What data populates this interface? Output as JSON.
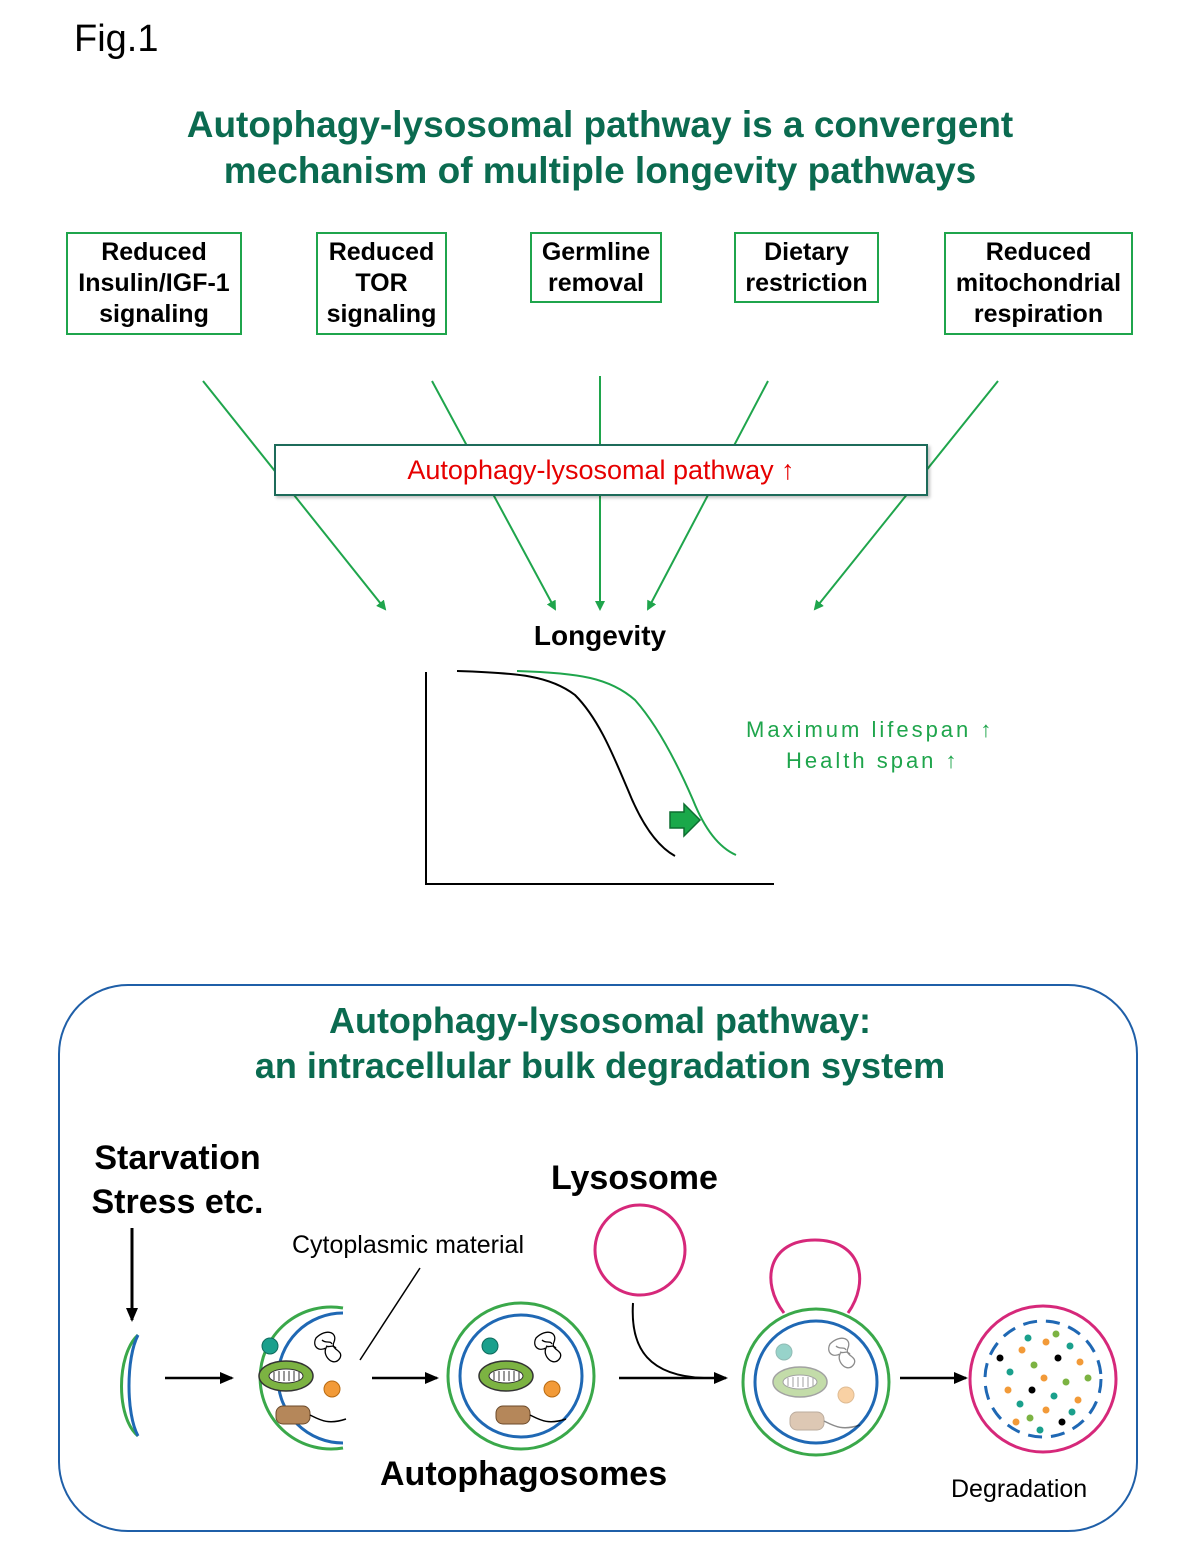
{
  "figure_label": "Fig.1",
  "top": {
    "title_line1": "Autophagy-lysosomal pathway is a convergent",
    "title_line2": "mechanism of multiple longevity pathways",
    "pathways": [
      {
        "lines": [
          "Reduced",
          "Insulin/IGF-1",
          "signaling"
        ]
      },
      {
        "lines": [
          "Reduced",
          "TOR",
          "signaling"
        ]
      },
      {
        "lines": [
          "Germline",
          "removal"
        ]
      },
      {
        "lines": [
          "Dietary",
          "restriction"
        ]
      },
      {
        "lines": [
          "Reduced",
          "mitochondrial",
          "respiration"
        ]
      }
    ],
    "center_label": "Autophagy-lysosomal pathway ↑",
    "longevity_label": "Longevity",
    "span_line1": "Maximum lifespan ↑",
    "span_line2": "Health span ↑"
  },
  "bottom": {
    "title_line1": "Autophagy-lysosomal pathway:",
    "title_line2": "an intracellular bulk degradation system",
    "stimulus_line1": "Starvation",
    "stimulus_line2": "Stress etc.",
    "cytoplasmic_label": "Cytoplasmic material",
    "lysosome_label": "Lysosome",
    "autophagosomes_label": "Autophagosomes",
    "degradation_label": "Degradation"
  },
  "colors": {
    "title_green": "#0b6b50",
    "box_green": "#1fa54c",
    "red": "#e60000",
    "membrane_blue": "#1f68b4",
    "lysosome_magenta": "#d6287a"
  }
}
